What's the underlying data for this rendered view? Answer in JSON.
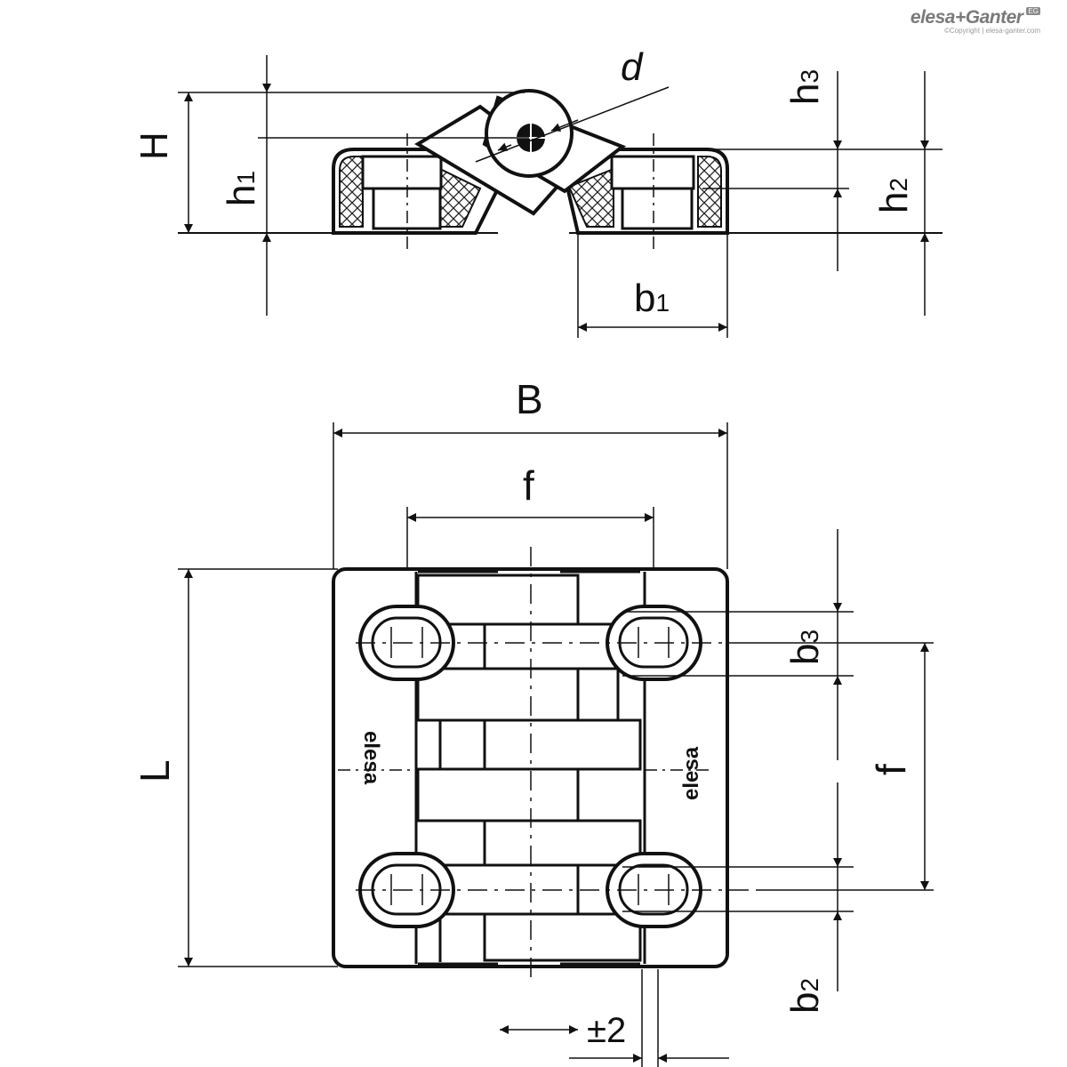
{
  "brand": {
    "logo": "elesa+Ganter",
    "tag": "EG",
    "copyright": "©Copyright | elesa-ganter.com"
  },
  "labels": {
    "d": "d",
    "H": "H",
    "h1": "h",
    "h1_sub": "1",
    "h2": "h",
    "h2_sub": "2",
    "h3": "h",
    "h3_sub": "3",
    "b1": "b",
    "b1_sub": "1",
    "B": "B",
    "f_top": "f",
    "L": "L",
    "b3": "b",
    "b3_sub": "3",
    "f_side": "f",
    "b2": "b",
    "b2_sub": "2",
    "tolerance": "±2",
    "mark_left": "elesa",
    "mark_right": "elesa"
  },
  "colors": {
    "line": "#111111",
    "hatch": "#222222"
  }
}
